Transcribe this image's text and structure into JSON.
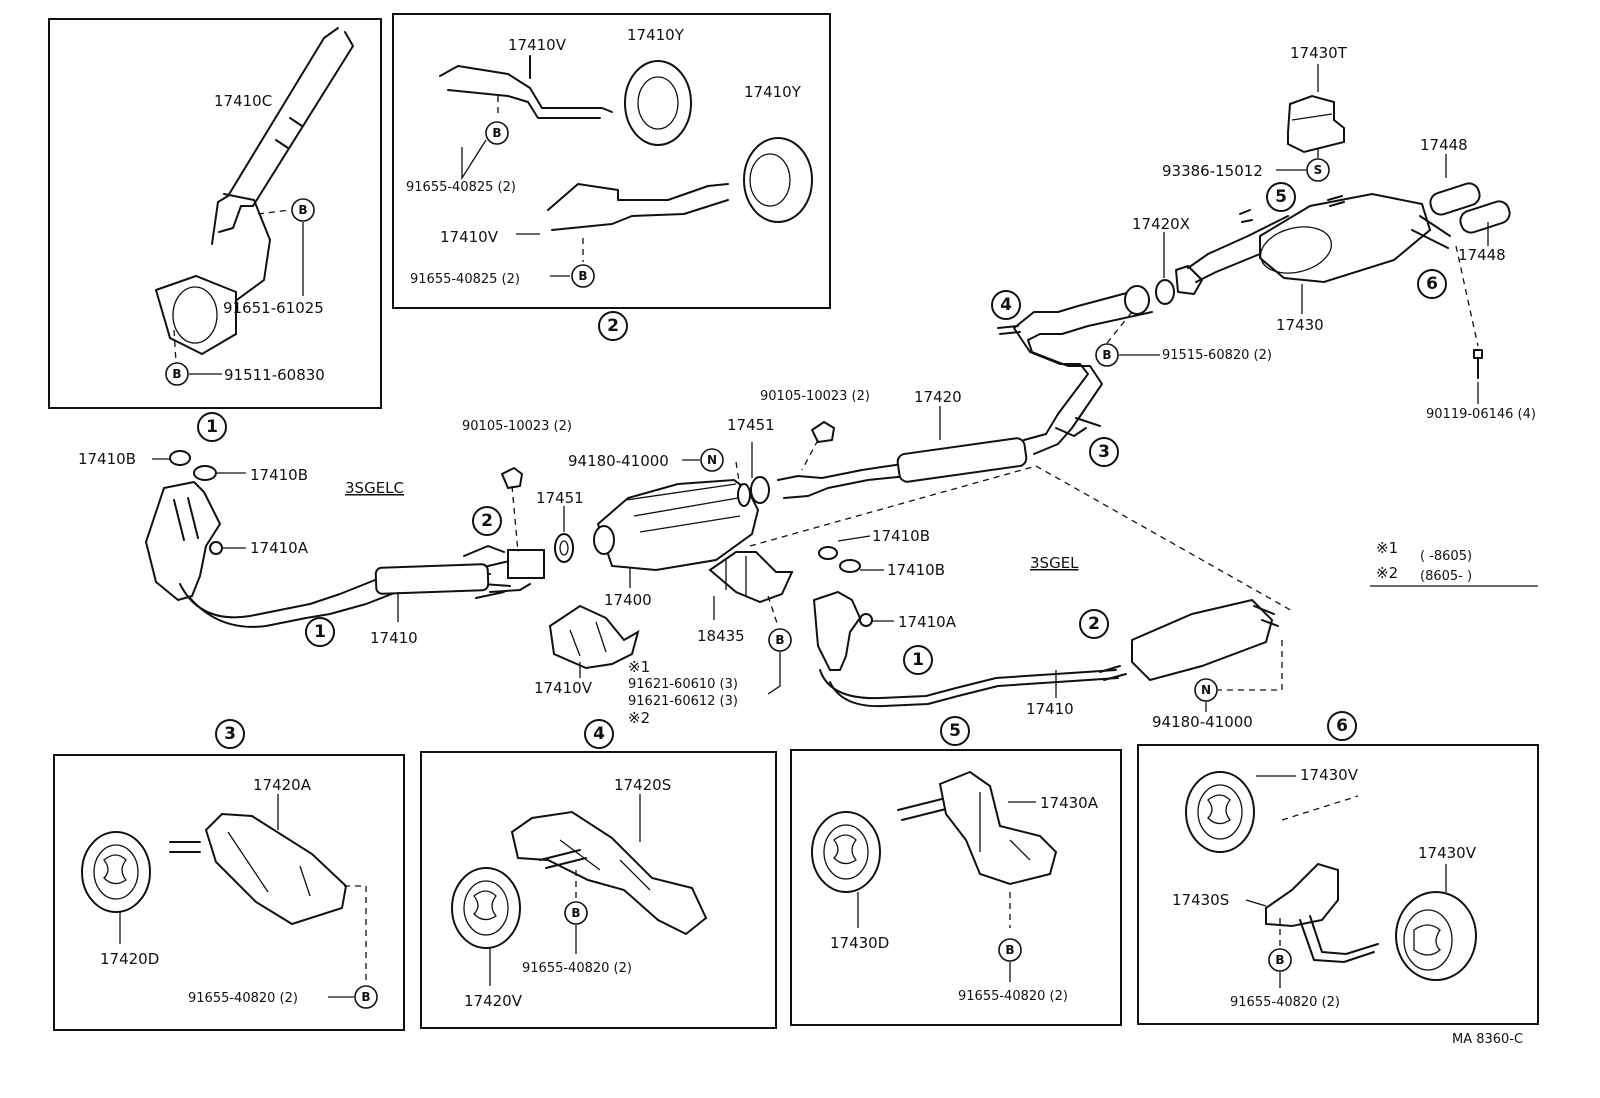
{
  "engines": {
    "left": "3SGELC",
    "right": "3SGEL"
  },
  "drawing_code": "MA 8360-C",
  "notes": {
    "n1_mark": "※1",
    "n1_text": "( -8605)",
    "n2_mark": "※2",
    "n2_text": "(8605- )"
  },
  "callouts": {
    "c1": "1",
    "c2": "2",
    "c3": "3",
    "c4": "4",
    "c5": "5",
    "c6": "6"
  },
  "badges": {
    "b": "B",
    "s": "S",
    "n": "N"
  },
  "box1": {
    "p1": "17410C",
    "p2": "91651-61025",
    "p3": "91511-60830"
  },
  "box2": {
    "p1": "17410V",
    "p2": "17410Y",
    "p3": "17410Y",
    "p4": "91655-40825 (2)",
    "p5": "17410V",
    "p6": "91655-40825 (2)"
  },
  "main": {
    "p17410B_a": "17410B",
    "p17410B_b": "17410B",
    "p17410A": "17410A",
    "p17410": "17410",
    "p90105_a": "90105-10023 (2)",
    "p94180_a": "94180-41000",
    "p17451_a": "17451",
    "p17451_b": "17451",
    "p17400": "17400",
    "p18435": "18435",
    "p17410V": "17410V",
    "p91621_a": "91621-60610 (3)",
    "p91621_b": "91621-60612 (3)",
    "p90105_b": "90105-10023 (2)",
    "p17420": "17420",
    "p17420X": "17420X",
    "p91515": "91515-60820 (2)",
    "p17430T": "17430T",
    "p93386": "93386-15012",
    "p17448_a": "17448",
    "p17448_b": "17448",
    "p17430": "17430",
    "p90119": "90119-06146 (4)",
    "r17410B_a": "17410B",
    "r17410B_b": "17410B",
    "r17410A": "17410A",
    "r17410": "17410",
    "r94180": "94180-41000"
  },
  "box3": {
    "p1": "17420A",
    "p2": "17420D",
    "p3": "91655-40820 (2)"
  },
  "box4": {
    "p1": "17420S",
    "p2": "91655-40820 (2)",
    "p3": "17420V"
  },
  "box5": {
    "p1": "17430A",
    "p2": "17430D",
    "p3": "91655-40820 (2)"
  },
  "box6": {
    "p1": "17430V",
    "p2": "17430S",
    "p3": "17430V",
    "p4": "91655-40820 (2)"
  }
}
